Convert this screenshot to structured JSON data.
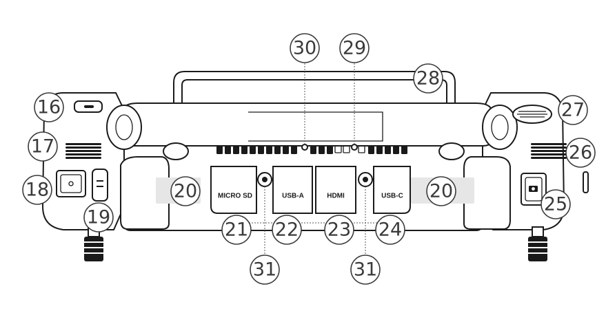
{
  "callouts": {
    "c16": "16",
    "c17": "17",
    "c18": "18",
    "c19": "19",
    "c20a": "20",
    "c20b": "20",
    "c21": "21",
    "c22": "22",
    "c23": "23",
    "c24": "24",
    "c25": "25",
    "c26": "26",
    "c27": "27",
    "c28": "28",
    "c29": "29",
    "c30": "30",
    "c31a": "31",
    "c31b": "31"
  },
  "ports": {
    "microsd": "MICRO SD",
    "usba": "USB-A",
    "hdmi": "HDMI",
    "usbc": "USB-C"
  }
}
